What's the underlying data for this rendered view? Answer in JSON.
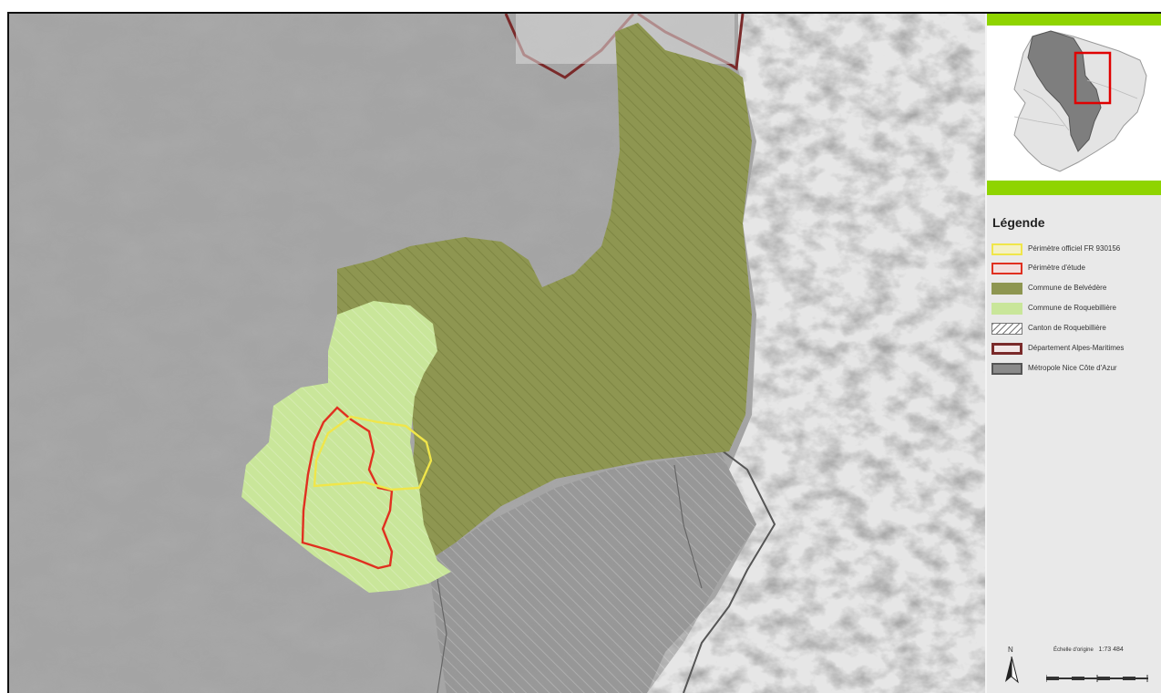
{
  "colors": {
    "accent_green": "#8fd400",
    "belvedere": "#8e9651",
    "roquebilliere": "#c9e69a",
    "perimetre_officiel": "#f0e64a",
    "perimetre_etude": "#e03020",
    "departement": "#7a2a2a",
    "metropole": "#8a8a8a",
    "inset_frame": "#e00000"
  },
  "legend": {
    "title": "Légende",
    "items": [
      {
        "label": "Périmètre officiel FR 930156",
        "icon": "yellow-outline-swatch"
      },
      {
        "label": "Périmètre d'étude",
        "icon": "red-outline-swatch"
      },
      {
        "label": "Commune de Belvédère",
        "icon": "olive-fill-swatch"
      },
      {
        "label": "Commune de Roquebillière",
        "icon": "lightgreen-fill-swatch"
      },
      {
        "label": "Canton de Roquebillière",
        "icon": "hatched-swatch"
      },
      {
        "label": "Département Alpes-Maritimes",
        "icon": "darkred-outline-swatch"
      },
      {
        "label": "Métropole Nice Côte d'Azur",
        "icon": "gray-fill-swatch"
      }
    ]
  },
  "scale": {
    "label": "Échelle d'origine",
    "ratio": "1:73 484"
  },
  "north_arrow": {
    "label": "N",
    "icon": "north-arrow-icon"
  }
}
